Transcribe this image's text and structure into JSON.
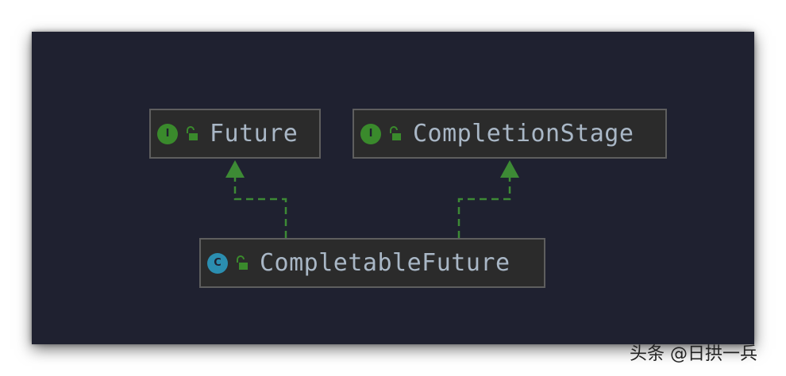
{
  "nodes": {
    "future": {
      "kind_letter": "I",
      "kind": "interface",
      "name": "Future",
      "modifier_icon": "open-lock-icon"
    },
    "completion_stage": {
      "kind_letter": "I",
      "kind": "interface",
      "name": "CompletionStage",
      "modifier_icon": "open-lock-icon"
    },
    "completable_future": {
      "kind_letter": "C",
      "kind": "class",
      "name": "CompletableFuture",
      "modifier_icon": "open-lock-icon"
    }
  },
  "edges": [
    {
      "from": "CompletableFuture",
      "to": "Future",
      "style": "dashed",
      "relation": "implements"
    },
    {
      "from": "CompletableFuture",
      "to": "CompletionStage",
      "style": "dashed",
      "relation": "implements"
    }
  ],
  "colors": {
    "background": "#1f2130",
    "node_fill": "#2b2b2b",
    "node_border": "#5e5e5e",
    "text": "#a9b7c6",
    "interface_badge": "#3a8a2c",
    "class_badge": "#2b8eb0",
    "edge": "#3d8a35"
  },
  "watermark": "头条 @日拱一兵"
}
